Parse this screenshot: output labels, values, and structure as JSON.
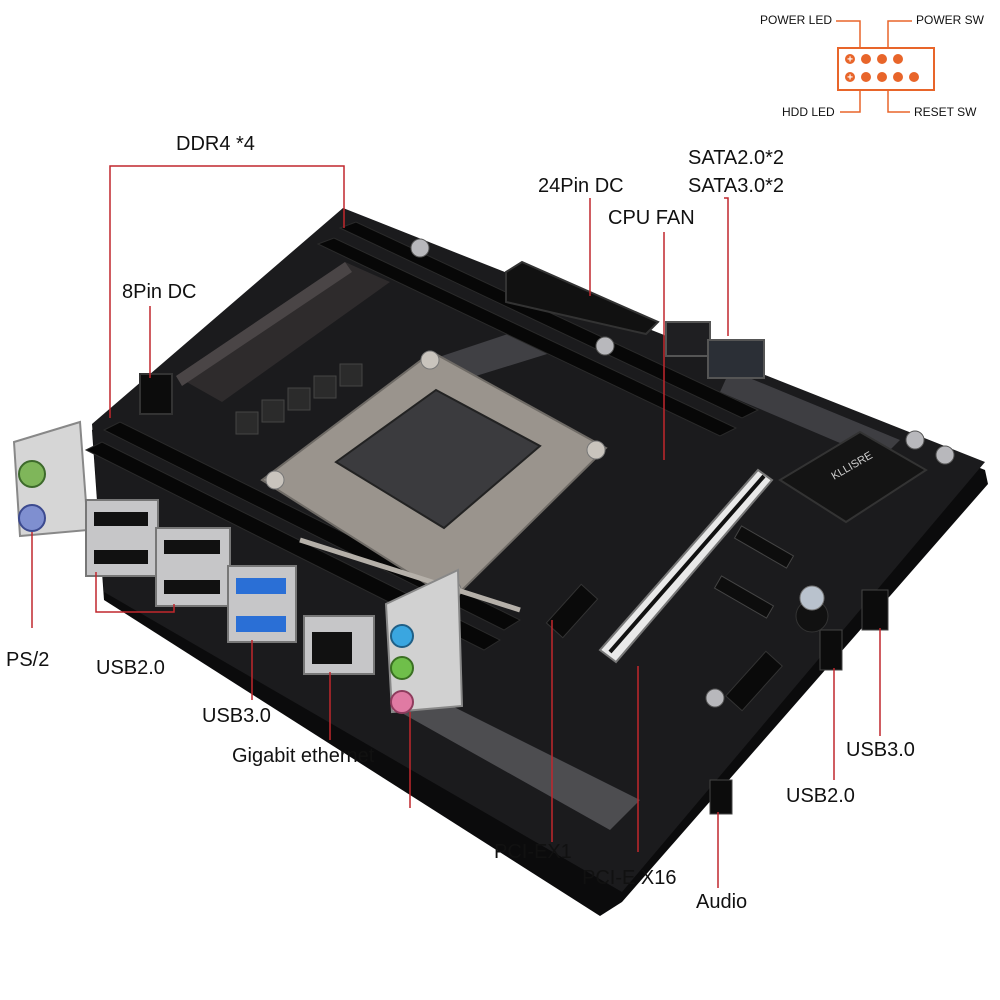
{
  "colors": {
    "leader_line": "#c1272d",
    "header_orange": "#e8652a",
    "board": "#1b1b1d",
    "board_stripe": "#5a5a5e",
    "heatsink": "#2e2b2c",
    "metal": "#9a948d",
    "usb3_blue": "#2a6fd6"
  },
  "header_diagram": {
    "power_led": "POWER LED",
    "power_sw": "POWER SW",
    "hdd_led": "HDD LED",
    "reset_sw": "RESET SW",
    "plus_symbol": "+"
  },
  "board": {
    "brand_text": "KLLISRE"
  },
  "callouts": {
    "ddr4": "DDR4 *4",
    "pin8_dc": "8Pin DC",
    "pin24_dc": "24Pin DC",
    "sata_line1": "SATA2.0*2",
    "sata_line2": "SATA3.0*2",
    "cpu_fan": "CPU FAN",
    "ps2": "PS/2",
    "usb20_rear": "USB2.0",
    "usb30_rear": "USB3.0",
    "gigabit_ethernet": "Gigabit ethernet",
    "pci_ex1": "PCI-EX1",
    "pci_e_x16": "PCI-E X16",
    "audio": "Audio",
    "usb30_front": "USB3.0",
    "usb20_front": "USB2.0"
  }
}
